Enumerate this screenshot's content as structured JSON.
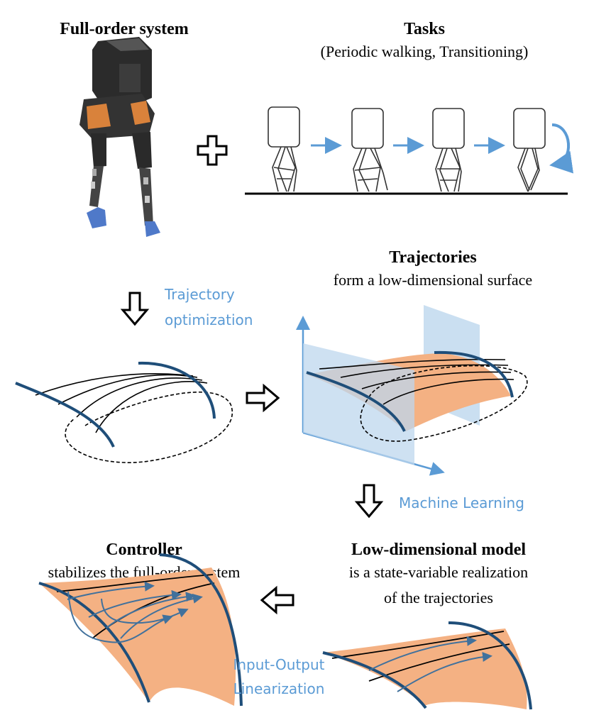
{
  "full_order": {
    "title": "Full-order system"
  },
  "tasks": {
    "title": "Tasks",
    "subtitle": "(Periodic walking, Transitioning)"
  },
  "trajectories": {
    "title": "Trajectories",
    "subtitle": "form a low-dimensional surface"
  },
  "controller": {
    "title": "Controller",
    "subtitle": "stabilizes the full-order system"
  },
  "low_dim_model": {
    "title": "Low-dimensional model",
    "line1": "is a state-variable realization",
    "line2": "of the trajectories"
  },
  "steps": {
    "trajopt_line1": "Trajectory",
    "trajopt_line2": "optimization",
    "machine_learning": "Machine Learning",
    "io_line1": "Input-Output",
    "io_line2": "Linearization"
  },
  "colors": {
    "accent_blue": "#5b9bd5",
    "curve_navy": "#1f4e79",
    "surface_orange": "#f4b183",
    "plane_blue": "#bdd7ee"
  }
}
